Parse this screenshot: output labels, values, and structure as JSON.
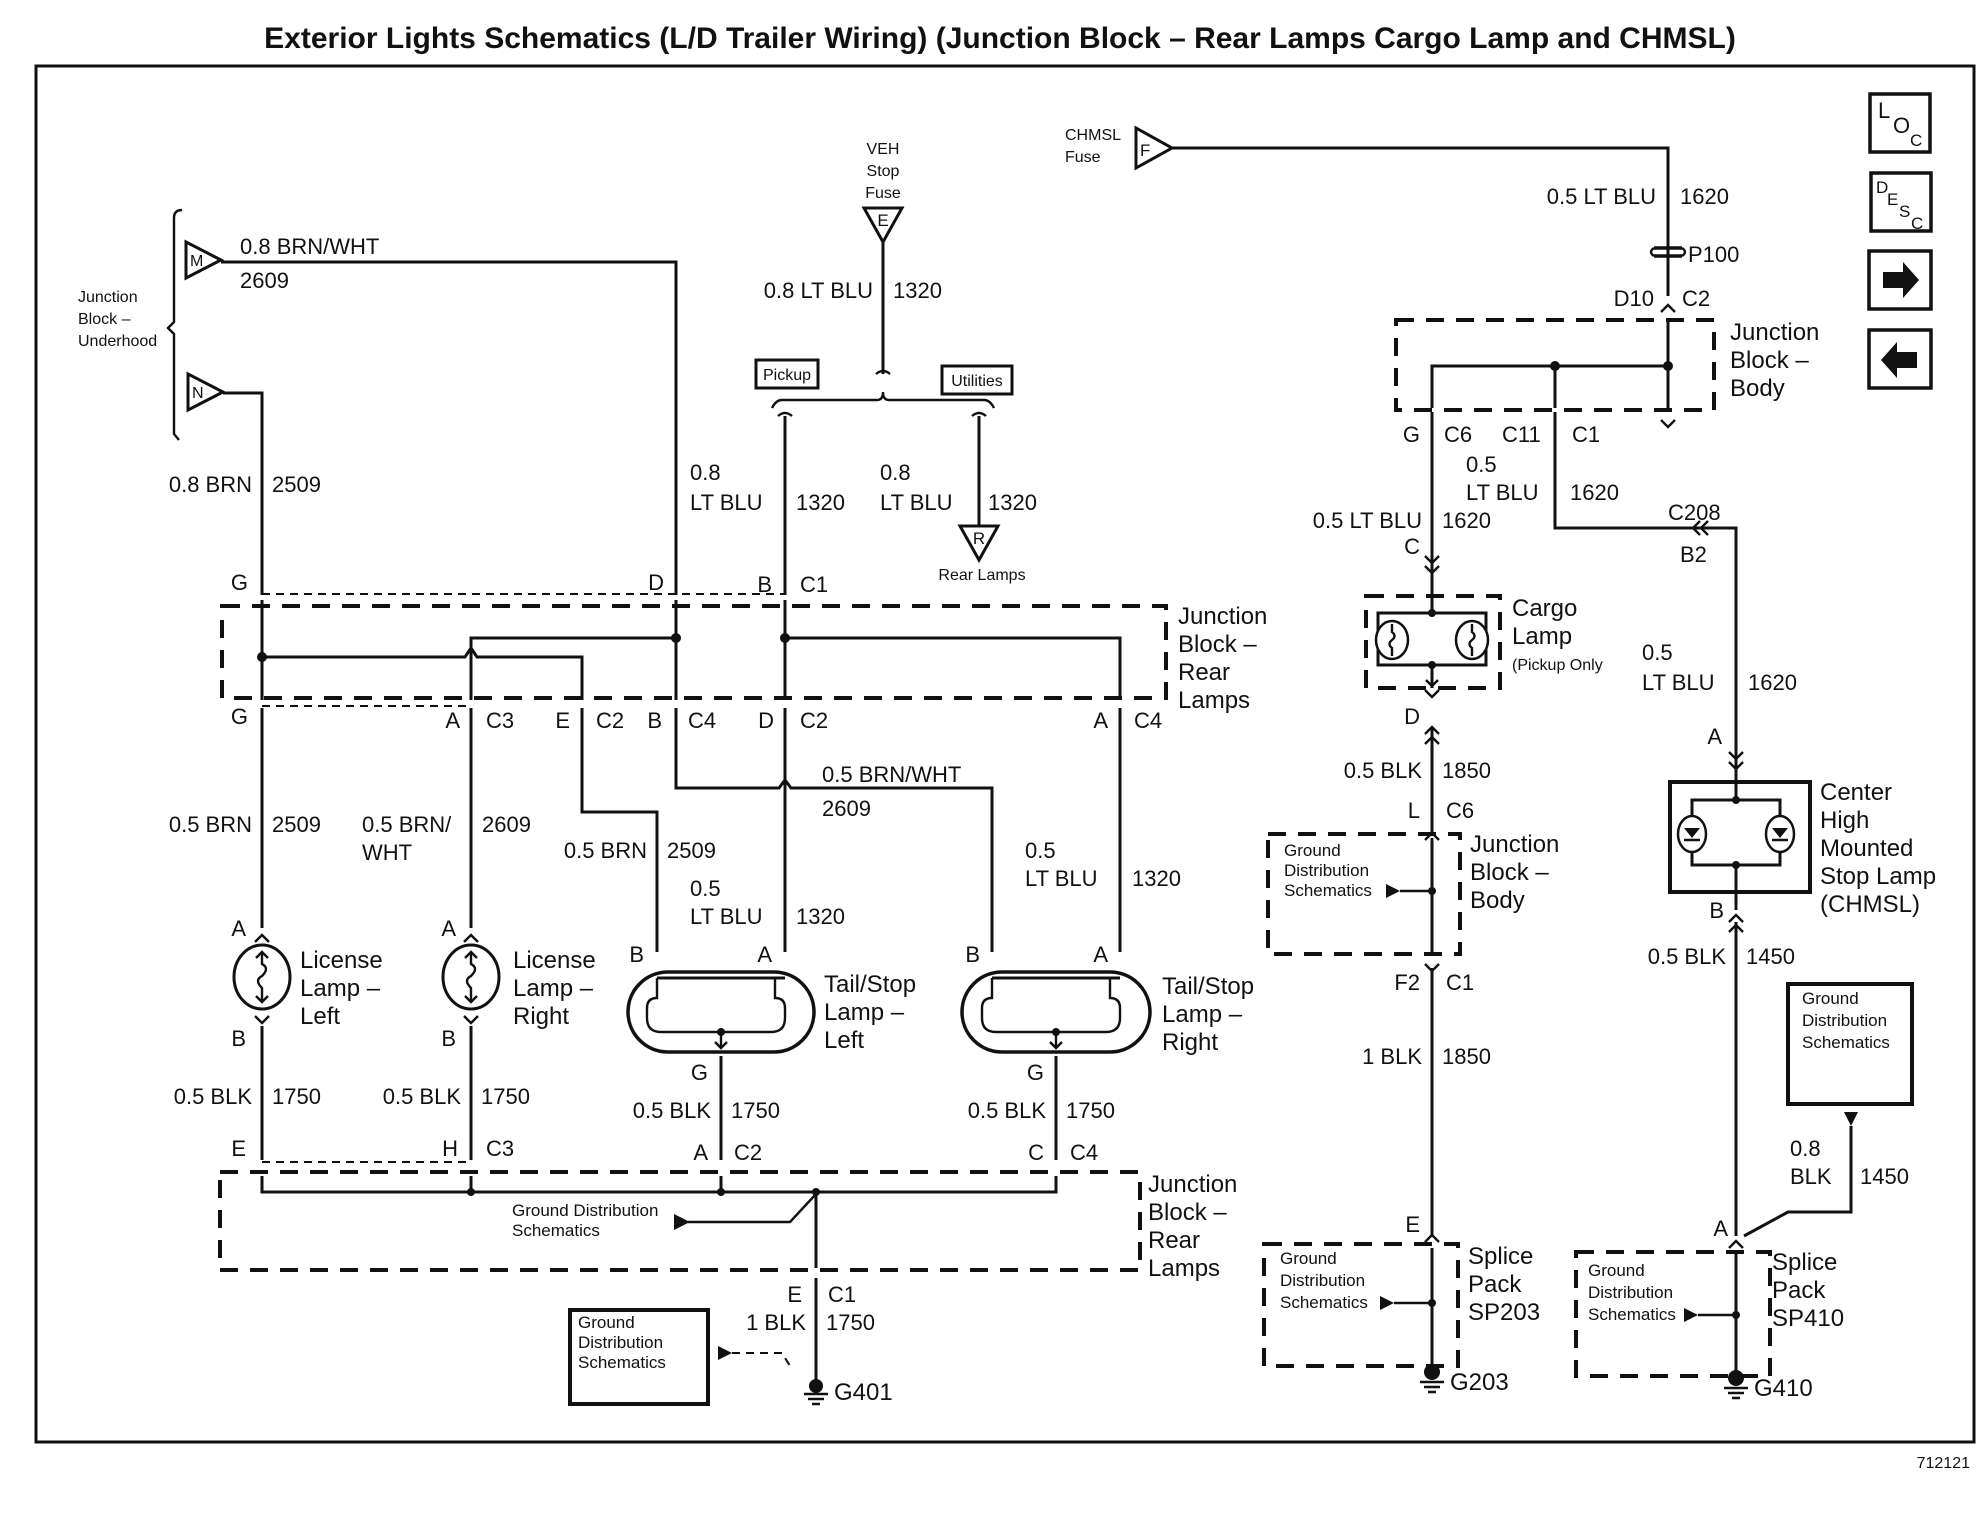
{
  "title": "Exterior Lights Schematics (L/D Trailer Wiring) (Junction Block – Rear Lamps Cargo Lamp and CHMSL)",
  "figure_id": "712121",
  "nav_buttons": {
    "loc": {
      "main": "L",
      "sub1": "O",
      "sub2": "C"
    },
    "desc": {
      "main": "D",
      "sub1": "E",
      "sub2": "S",
      "sub3": "C"
    },
    "next": "right-arrow-icon",
    "prev": "left-arrow-icon"
  },
  "sources": {
    "jb_underhood": {
      "label_lines": [
        "Junction",
        "Block –",
        "Underhood"
      ],
      "pin_m": "M",
      "pin_n": "N"
    },
    "veh_stop_fuse": {
      "label_lines": [
        "VEH",
        "Stop",
        "Fuse"
      ],
      "pin": "E"
    },
    "chmsl_fuse": {
      "label_lines": [
        "CHMSL",
        "Fuse"
      ],
      "pin": "F"
    }
  },
  "wires": {
    "m_out": {
      "gauge_color": "0.8 BRN/WHT",
      "circuit": "2609"
    },
    "n_out": {
      "gauge_color": "0.8 BRN",
      "circuit": "2509"
    },
    "veh_stop": {
      "gauge_color": "0.8 LT BLU",
      "circuit": "1320"
    },
    "pickup_branch": {
      "gauge": "0.8",
      "color": "LT BLU",
      "circuit": "1320"
    },
    "utilities_branch": {
      "gauge": "0.8",
      "color": "LT BLU",
      "circuit": "1320"
    },
    "lic_left_feed": {
      "gauge_color": "0.5 BRN",
      "circuit": "2509"
    },
    "lic_right_feed": {
      "gauge_color_1": "0.5 BRN/",
      "gauge_color_2": "WHT",
      "circuit": "2609"
    },
    "tail_left_b": {
      "gauge_color": "0.5 BRN",
      "circuit": "2509"
    },
    "tail_left_a": {
      "gauge": "0.5",
      "color": "LT BLU",
      "circuit": "1320"
    },
    "tail_right_b": {
      "gauge_color": "0.5 BRN/WHT",
      "circuit": "2609"
    },
    "tail_right_a": {
      "gauge": "0.5",
      "color": "LT BLU",
      "circuit": "1320"
    },
    "lic_left_gnd": {
      "gauge_color": "0.5 BLK",
      "circuit": "1750"
    },
    "lic_right_gnd": {
      "gauge_color": "0.5 BLK",
      "circuit": "1750"
    },
    "tail_left_gnd": {
      "gauge_color": "0.5 BLK",
      "circuit": "1750"
    },
    "tail_right_gnd": {
      "gauge_color": "0.5 BLK",
      "circuit": "1750"
    },
    "g401": {
      "gauge_color": "1 BLK",
      "circuit": "1750"
    },
    "chmsl_fuse_out": {
      "gauge_color": "0.5 LT BLU",
      "circuit": "1620"
    },
    "jb_body_c11": {
      "gauge": "0.5",
      "color": "LT BLU",
      "circuit": "1620"
    },
    "cargo_feed": {
      "gauge_color": "0.5 LT BLU",
      "circuit": "1620"
    },
    "chmsl_feed": {
      "gauge": "0.5",
      "color": "LT BLU",
      "circuit": "1620"
    },
    "cargo_gnd": {
      "gauge_color": "0.5 BLK",
      "circuit": "1850"
    },
    "jb_body_gnd": {
      "gauge_color": "1 BLK",
      "circuit": "1850"
    },
    "chmsl_gnd": {
      "gauge_color": "0.5 BLK",
      "circuit": "1450"
    },
    "sp410_feed": {
      "gauge": "0.8",
      "color": "BLK",
      "circuit": "1450"
    }
  },
  "option_labels": {
    "pickup": "Pickup",
    "utilities": "Utilities",
    "rear_lamps": "Rear Lamps",
    "rear_lamps_pin": "R"
  },
  "connectors": {
    "jbr_top": [
      {
        "pin": "G",
        "conn": ""
      },
      {
        "pin": "D",
        "conn": ""
      },
      {
        "pin": "B",
        "conn": "C1"
      }
    ],
    "jbr_bottom": [
      {
        "pin": "G",
        "conn": ""
      },
      {
        "pin": "A",
        "conn": "C3"
      },
      {
        "pin": "E",
        "conn": "C2"
      },
      {
        "pin": "B",
        "conn": "C4"
      },
      {
        "pin": "D",
        "conn": "C2"
      },
      {
        "pin": "A",
        "conn": "C4"
      }
    ],
    "jbr_gnd_top": [
      {
        "pin": "E",
        "conn": ""
      },
      {
        "pin": "H",
        "conn": "C3"
      },
      {
        "pin": "A",
        "conn": "C2"
      },
      {
        "pin": "C",
        "conn": "C4"
      }
    ],
    "jbr_gnd_out": {
      "pin": "E",
      "conn": "C1"
    },
    "lamp_pins": {
      "lic_a": "A",
      "lic_b": "B",
      "tail_a": "A",
      "tail_b": "B",
      "tail_g": "G"
    },
    "p100": "P100",
    "jbb_in": {
      "pin": "D10",
      "conn": "C2"
    },
    "jbb_out": {
      "pin_g": "G",
      "conn_c6": "C6",
      "conn_c11": "C11",
      "conn_c1": "C1"
    },
    "cargo_in": "C",
    "cargo_out": "D",
    "c208": {
      "name": "C208",
      "pin": "B2"
    },
    "chmsl_a": "A",
    "chmsl_b": "B",
    "jbb_gnd_in": {
      "pin": "L",
      "conn": "C6"
    },
    "jbb_gnd_out": {
      "pin": "F2",
      "conn": "C1"
    },
    "sp203_in": "E",
    "sp410_in": "A"
  },
  "components": {
    "jb_rear_lamps": [
      "Junction",
      "Block –",
      "Rear",
      "Lamps"
    ],
    "jb_body": [
      "Junction",
      "Block –",
      "Body"
    ],
    "license_left": [
      "License",
      "Lamp –",
      "Left"
    ],
    "license_right": [
      "License",
      "Lamp –",
      "Right"
    ],
    "tail_left": [
      "Tail/Stop",
      "Lamp –",
      "Left"
    ],
    "tail_right": [
      "Tail/Stop",
      "Lamp –",
      "Right"
    ],
    "cargo_lamp": [
      "Cargo",
      "Lamp",
      "(Pickup Only"
    ],
    "chmsl": [
      "Center",
      "High",
      "Mounted",
      "Stop Lamp",
      "(CHMSL)"
    ],
    "splice_sp203": [
      "Splice",
      "Pack",
      "SP203"
    ],
    "splice_sp410": [
      "Splice",
      "Pack",
      "SP410"
    ],
    "ground_dist": [
      "Ground",
      "Distribution",
      "Schematics"
    ],
    "ground_dist_inline": [
      "Ground Distribution",
      "Schematics"
    ]
  },
  "grounds": {
    "g401": "G401",
    "g203": "G203",
    "g410": "G410"
  }
}
